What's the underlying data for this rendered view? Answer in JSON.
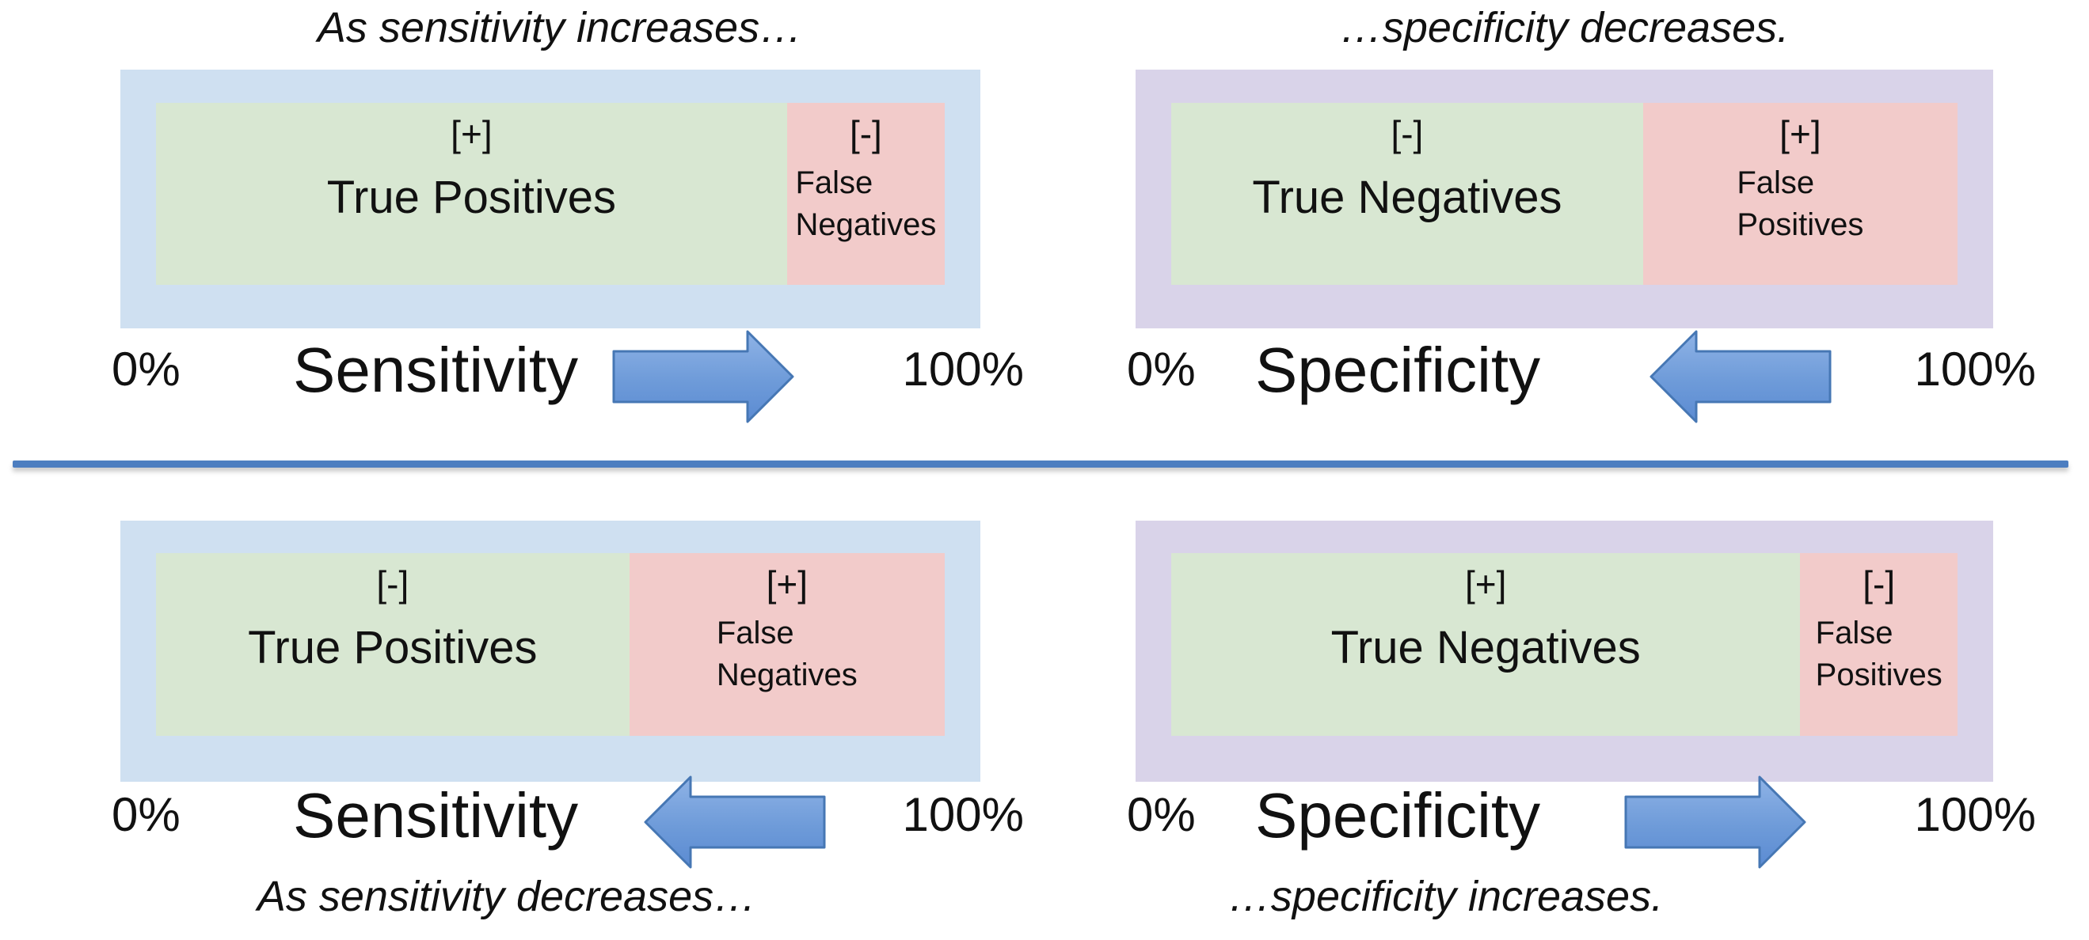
{
  "colors": {
    "box_blue": "#cfe0f1",
    "box_purple": "#d9d3e9",
    "green": "#d8e7d2",
    "pink": "#f2cbca",
    "arrow_top": "#8fb3e6",
    "arrow_mid": "#6e9bd9",
    "arrow_bottom": "#5b8bd2",
    "arrow_border": "#4677b4",
    "divider": "#4d7ec0",
    "text": "#111111"
  },
  "divider": {
    "color_name": "blue"
  },
  "panels": [
    {
      "caption": "As sensitivity increases…",
      "green": {
        "sign": "[+]",
        "label": "True Positives",
        "width": "80%"
      },
      "pink": {
        "sign": "[-]",
        "line1": "False",
        "line2": "Negatives",
        "width": "20%"
      },
      "scale": {
        "min": "0%",
        "label": "Sensitivity",
        "max": "100%",
        "arrow_direction": "right"
      }
    },
    {
      "caption": "…specificity decreases.",
      "green": {
        "sign": "[-]",
        "label": "True Negatives",
        "width": "60%"
      },
      "pink": {
        "sign": "[+]",
        "line1": "False",
        "line2": "Positives",
        "width": "40%"
      },
      "scale": {
        "min": "0%",
        "label": "Specificity",
        "max": "100%",
        "arrow_direction": "left"
      }
    },
    {
      "caption": "As sensitivity decreases…",
      "green": {
        "sign": "[-]",
        "label": "True Positives",
        "width": "60%"
      },
      "pink": {
        "sign": "[+]",
        "line1": "False",
        "line2": "Negatives",
        "width": "40%"
      },
      "scale": {
        "min": "0%",
        "label": "Sensitivity",
        "max": "100%",
        "arrow_direction": "left"
      }
    },
    {
      "caption": "…specificity increases.",
      "green": {
        "sign": "[+]",
        "label": "True Negatives",
        "width": "80%"
      },
      "pink": {
        "sign": "[-]",
        "line1": "False",
        "line2": "Positives",
        "width": "20%"
      },
      "scale": {
        "min": "0%",
        "label": "Specificity",
        "max": "100%",
        "arrow_direction": "right"
      }
    }
  ]
}
